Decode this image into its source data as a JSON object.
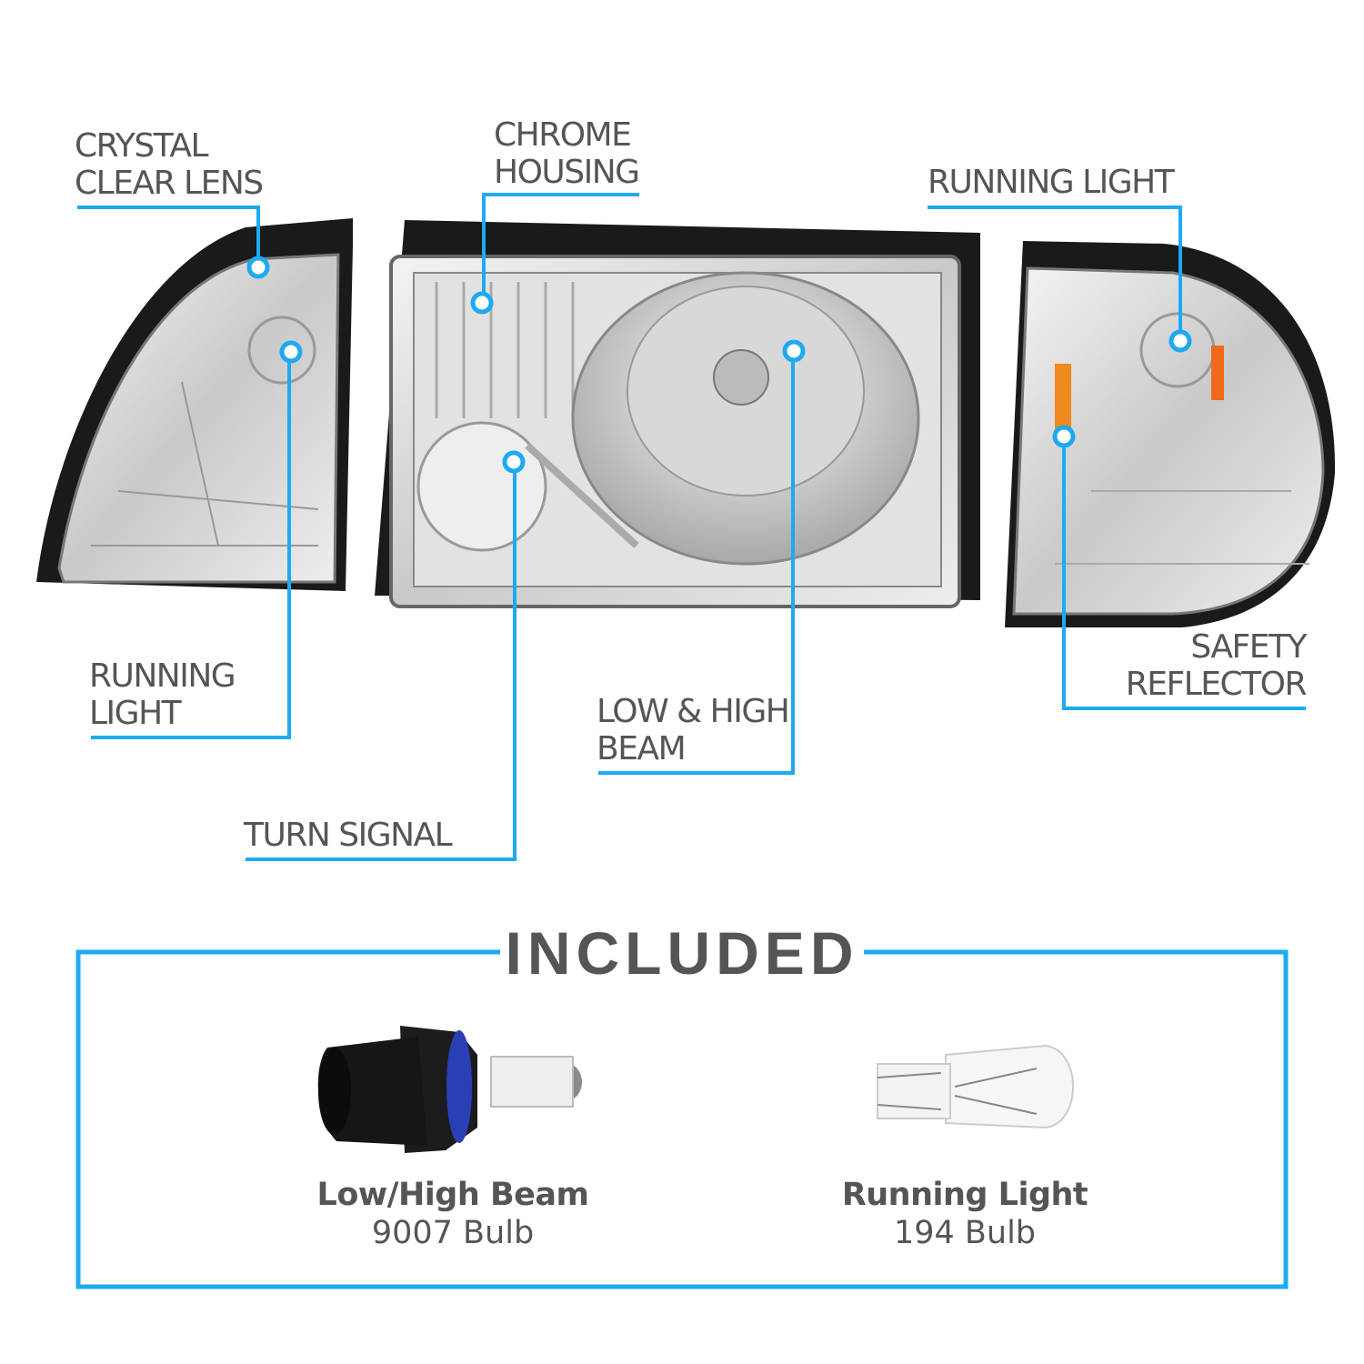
{
  "colors": {
    "accent": "#1eaaf1",
    "text": "#555555"
  },
  "callouts": {
    "crystal_clear_lens": [
      "CRYSTAL",
      "CLEAR LENS"
    ],
    "chrome_housing": [
      "CHROME",
      "HOUSING"
    ],
    "running_light_right": [
      "RUNNING LIGHT"
    ],
    "running_light_left": [
      "RUNNING",
      "LIGHT"
    ],
    "turn_signal": [
      "TURN SIGNAL"
    ],
    "low_high_beam": [
      "LOW & HIGH",
      "BEAM"
    ],
    "safety_reflector": [
      "SAFETY",
      "REFLECTOR"
    ]
  },
  "included": {
    "title": "INCLUDED",
    "items": [
      {
        "name": "Low/High Beam",
        "sub": "9007 Bulb",
        "icon": "9007-bulb-icon"
      },
      {
        "name": "Running Light",
        "sub": "194 Bulb",
        "icon": "194-bulb-icon"
      }
    ]
  }
}
